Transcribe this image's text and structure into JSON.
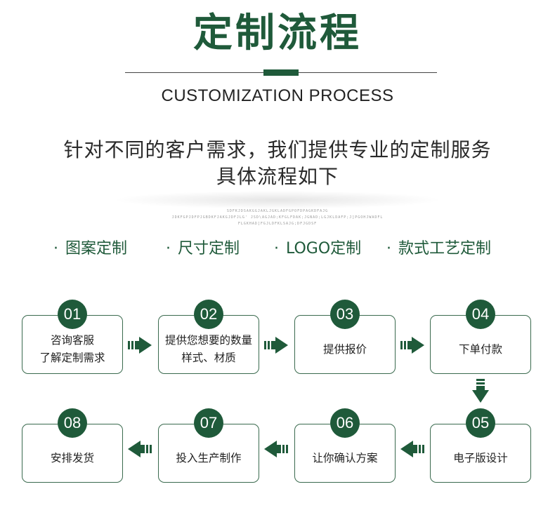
{
  "header": {
    "title": "定制流程",
    "subtitle": "CUSTOMIZATION PROCESS"
  },
  "intro": {
    "line1": "针对不同的客户需求，我们提供专业的定制服务",
    "line2": "具体流程如下"
  },
  "filler": {
    "line1": "SDFKJDSAKGGJAKLJGKLADFGPOFDPAGKDFAJG",
    "line2": "JDKFGPJDFPJGBDKFJAKGJDFJLG' JSD\\AGJAD;KFGLFDAK;JGNAD;LGJKLDAFP;J]PGOHJWADFL",
    "line3": "FLGKHAD[FGJLDFKLSAJG;DFJGDSF"
  },
  "features": {
    "bullet": "·",
    "items": [
      "图案定制",
      "尺寸定制",
      "LOGO定制",
      "款式工艺定制"
    ]
  },
  "colors": {
    "primary": "#1f5a3a",
    "border": "#3a6a4e"
  },
  "steps": [
    {
      "num": "01",
      "lines": [
        "咨询客服",
        "了解定制需求"
      ]
    },
    {
      "num": "02",
      "lines": [
        "提供您想要的数量",
        "样式、材质"
      ]
    },
    {
      "num": "03",
      "lines": [
        "提供报价"
      ]
    },
    {
      "num": "04",
      "lines": [
        "下单付款"
      ]
    },
    {
      "num": "05",
      "lines": [
        "电子版设计"
      ]
    },
    {
      "num": "06",
      "lines": [
        "让你确认方案"
      ]
    },
    {
      "num": "07",
      "lines": [
        "投入生产制作"
      ]
    },
    {
      "num": "08",
      "lines": [
        "安排发货"
      ]
    }
  ],
  "icons": {
    "arrow_right": "double-arrow-right-icon",
    "arrow_left": "double-arrow-left-icon",
    "arrow_down": "double-arrow-down-icon"
  }
}
